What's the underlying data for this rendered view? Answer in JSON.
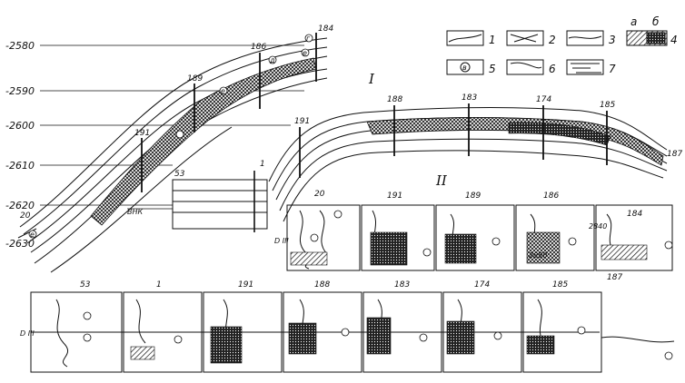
{
  "section_labels": {
    "upper": "I",
    "lower": "II"
  },
  "depth_ticks": [
    "-2580",
    "-2590",
    "-2600",
    "-2610",
    "-2620",
    "-2630"
  ],
  "profile1_wells": [
    "184",
    "186",
    "189",
    "191",
    "20",
    "188",
    "183",
    "174",
    "185",
    "187",
    "53",
    "1",
    "191"
  ],
  "vnk_label": "ВНК",
  "legend": {
    "top_letters": [
      "а",
      "б"
    ],
    "items": [
      "1",
      "2",
      "3",
      "4",
      "5",
      "6",
      "7"
    ],
    "sample_letter": "в"
  },
  "logs_row1_wells": [
    "20",
    "191",
    "189",
    "186",
    "184",
    "187"
  ],
  "logs_row2_wells": [
    "53",
    "1",
    "191",
    "188",
    "183",
    "174",
    "185"
  ],
  "horizon_label": "D III",
  "circle_letters": [
    "г",
    "д",
    "е",
    "в"
  ],
  "small_labels": {
    "log_186_a": "2850",
    "log_184_a": "2840"
  }
}
